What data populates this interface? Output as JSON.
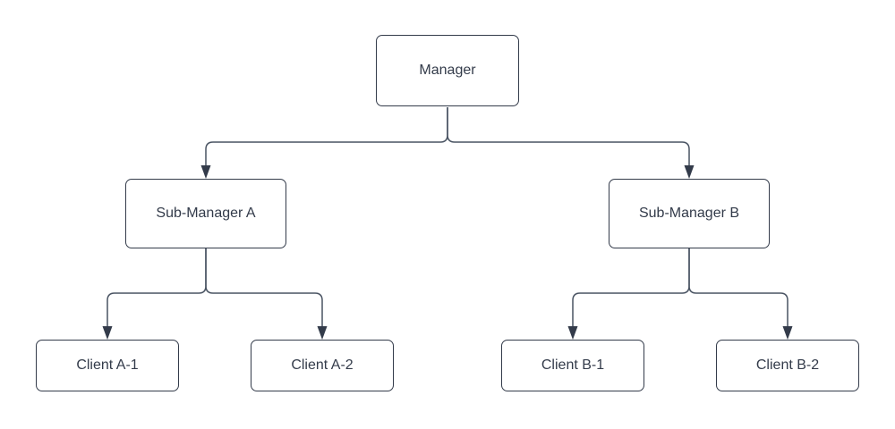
{
  "diagram": {
    "type": "org-chart",
    "background": "#ffffff",
    "colors": {
      "node_fill": "#ffffff",
      "node_border": "#333b4a",
      "text": "#333b4a",
      "connector": "#495362",
      "arrowhead": "#333b4a"
    },
    "nodes": {
      "manager": {
        "label": "Manager",
        "level": 1
      },
      "sub_manager_a": {
        "label": "Sub-Manager A",
        "level": 2
      },
      "sub_manager_b": {
        "label": "Sub-Manager B",
        "level": 2
      },
      "client_a1": {
        "label": "Client A-1",
        "level": 3
      },
      "client_a2": {
        "label": "Client A-2",
        "level": 3
      },
      "client_b1": {
        "label": "Client B-1",
        "level": 3
      },
      "client_b2": {
        "label": "Client B-2",
        "level": 3
      }
    },
    "edges": [
      {
        "from": "Manager",
        "to": "Sub-Manager A"
      },
      {
        "from": "Manager",
        "to": "Sub-Manager B"
      },
      {
        "from": "Sub-Manager A",
        "to": "Client A-1"
      },
      {
        "from": "Sub-Manager A",
        "to": "Client A-2"
      },
      {
        "from": "Sub-Manager B",
        "to": "Client B-1"
      },
      {
        "from": "Sub-Manager B",
        "to": "Client B-2"
      }
    ]
  }
}
